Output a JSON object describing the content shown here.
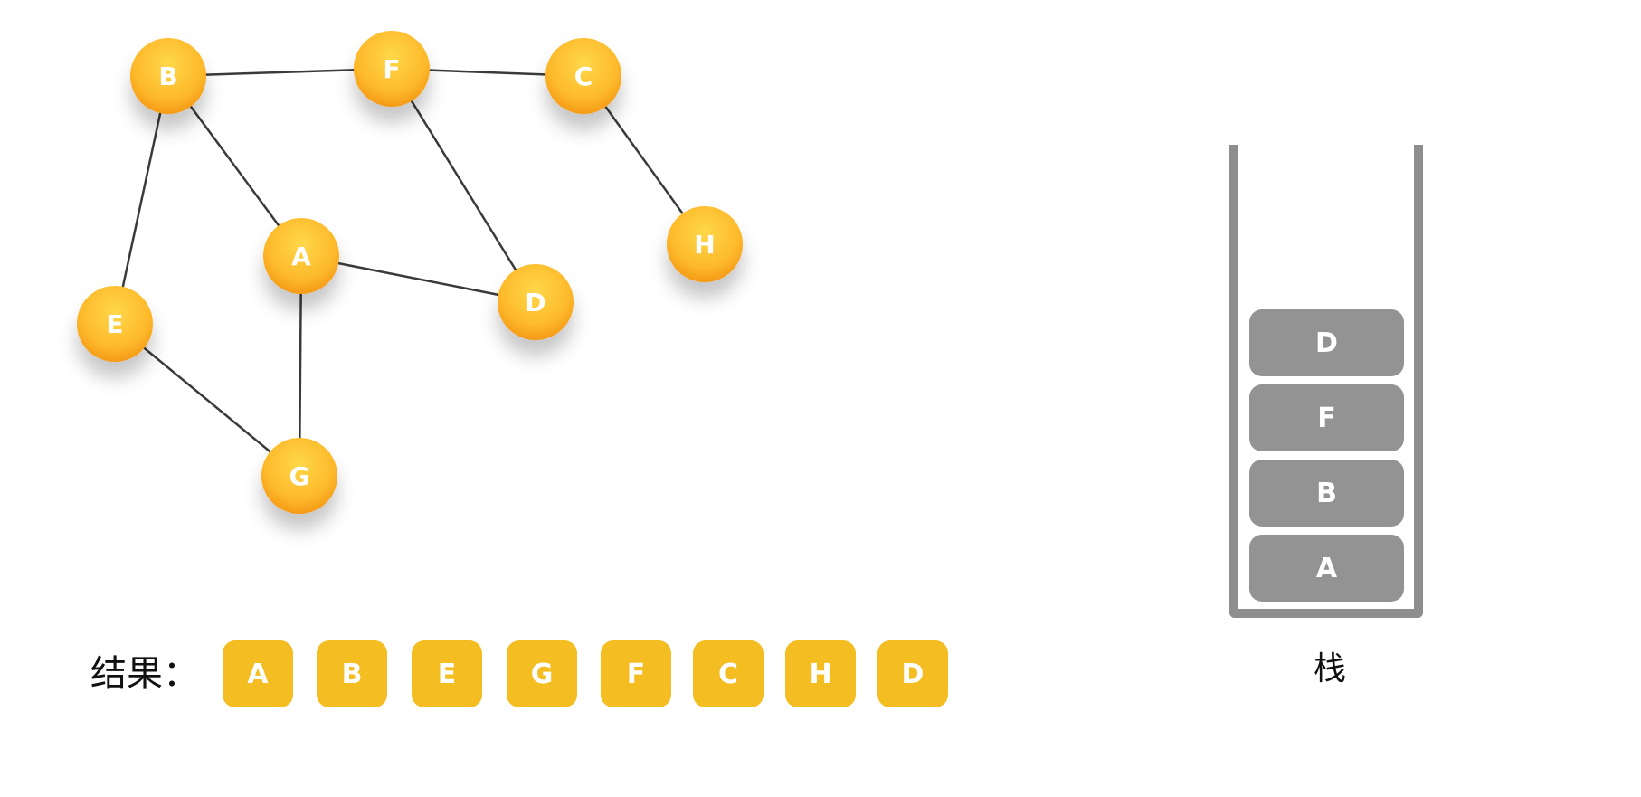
{
  "graph": {
    "nodes": [
      {
        "id": "B",
        "label": "B"
      },
      {
        "id": "F",
        "label": "F"
      },
      {
        "id": "C",
        "label": "C"
      },
      {
        "id": "A",
        "label": "A"
      },
      {
        "id": "H",
        "label": "H"
      },
      {
        "id": "D",
        "label": "D"
      },
      {
        "id": "E",
        "label": "E"
      },
      {
        "id": "G",
        "label": "G"
      }
    ],
    "edges": [
      [
        "B",
        "F"
      ],
      [
        "F",
        "C"
      ],
      [
        "B",
        "A"
      ],
      [
        "B",
        "E"
      ],
      [
        "F",
        "D"
      ],
      [
        "C",
        "H"
      ],
      [
        "A",
        "D"
      ],
      [
        "A",
        "G"
      ],
      [
        "E",
        "G"
      ]
    ],
    "colors": {
      "node_top": "#ffd23f",
      "node_bottom": "#f7a21b",
      "edge": "#3a3a3a"
    }
  },
  "result": {
    "label": "结果：",
    "items": [
      "A",
      "B",
      "E",
      "G",
      "F",
      "C",
      "H",
      "D"
    ],
    "color": "#f4bd22"
  },
  "stack": {
    "label": "栈",
    "items_bottom_to_top": [
      "A",
      "B",
      "F",
      "D"
    ],
    "item_color": "#939393",
    "wall_color": "#8e8e8e"
  }
}
